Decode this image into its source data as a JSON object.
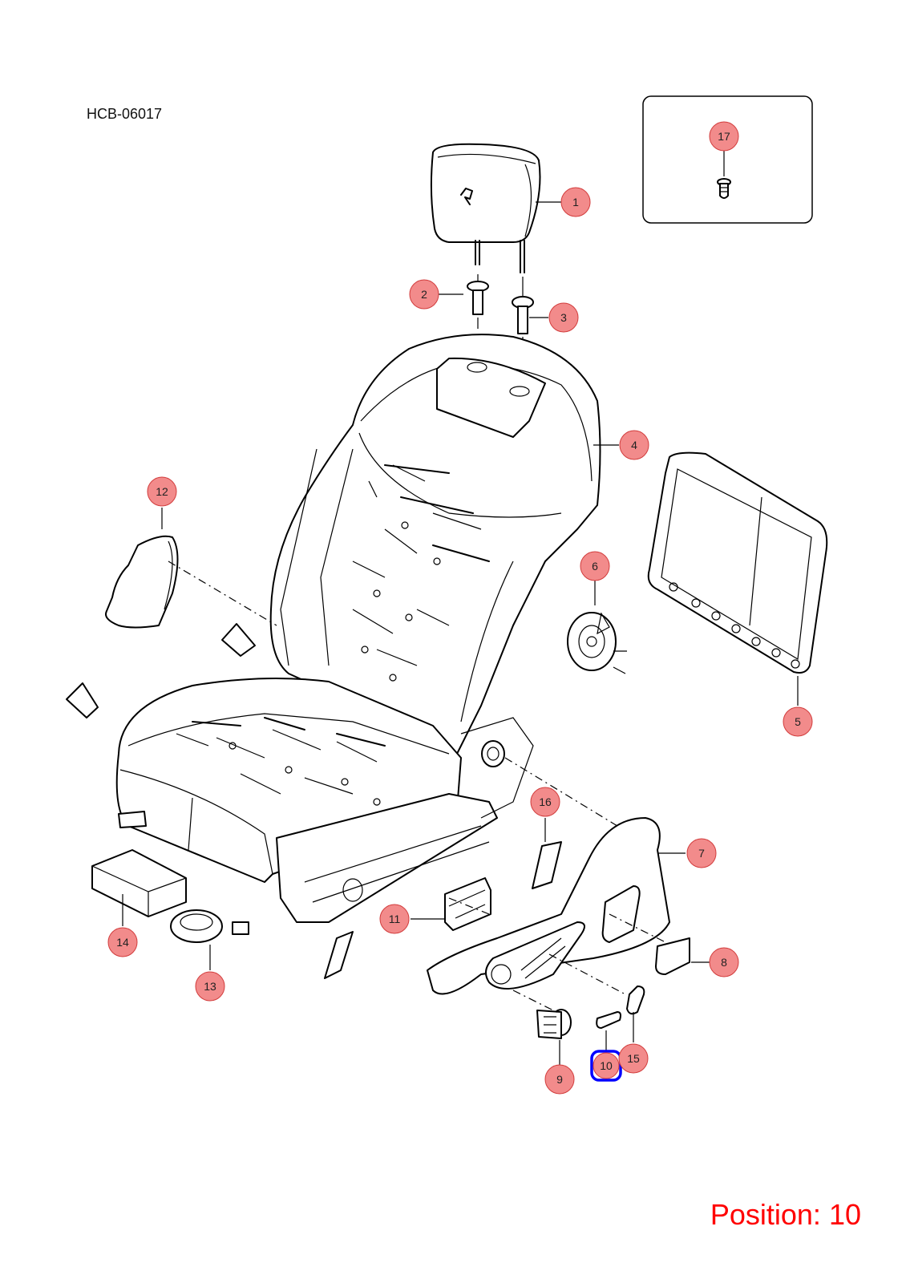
{
  "diagram": {
    "title": "HCB-06017",
    "highlighted": "10",
    "callouts": [
      "1",
      "2",
      "3",
      "4",
      "5",
      "6",
      "7",
      "8",
      "9",
      "10",
      "11",
      "12",
      "13",
      "14",
      "15",
      "16",
      "17"
    ],
    "colors": {
      "callout_fill": "#f28b8b",
      "callout_stroke": "#d23c3c",
      "highlight_stroke": "#0000ff",
      "position_text": "#ff0000"
    }
  },
  "position": {
    "label": "Position:",
    "value": "10"
  }
}
